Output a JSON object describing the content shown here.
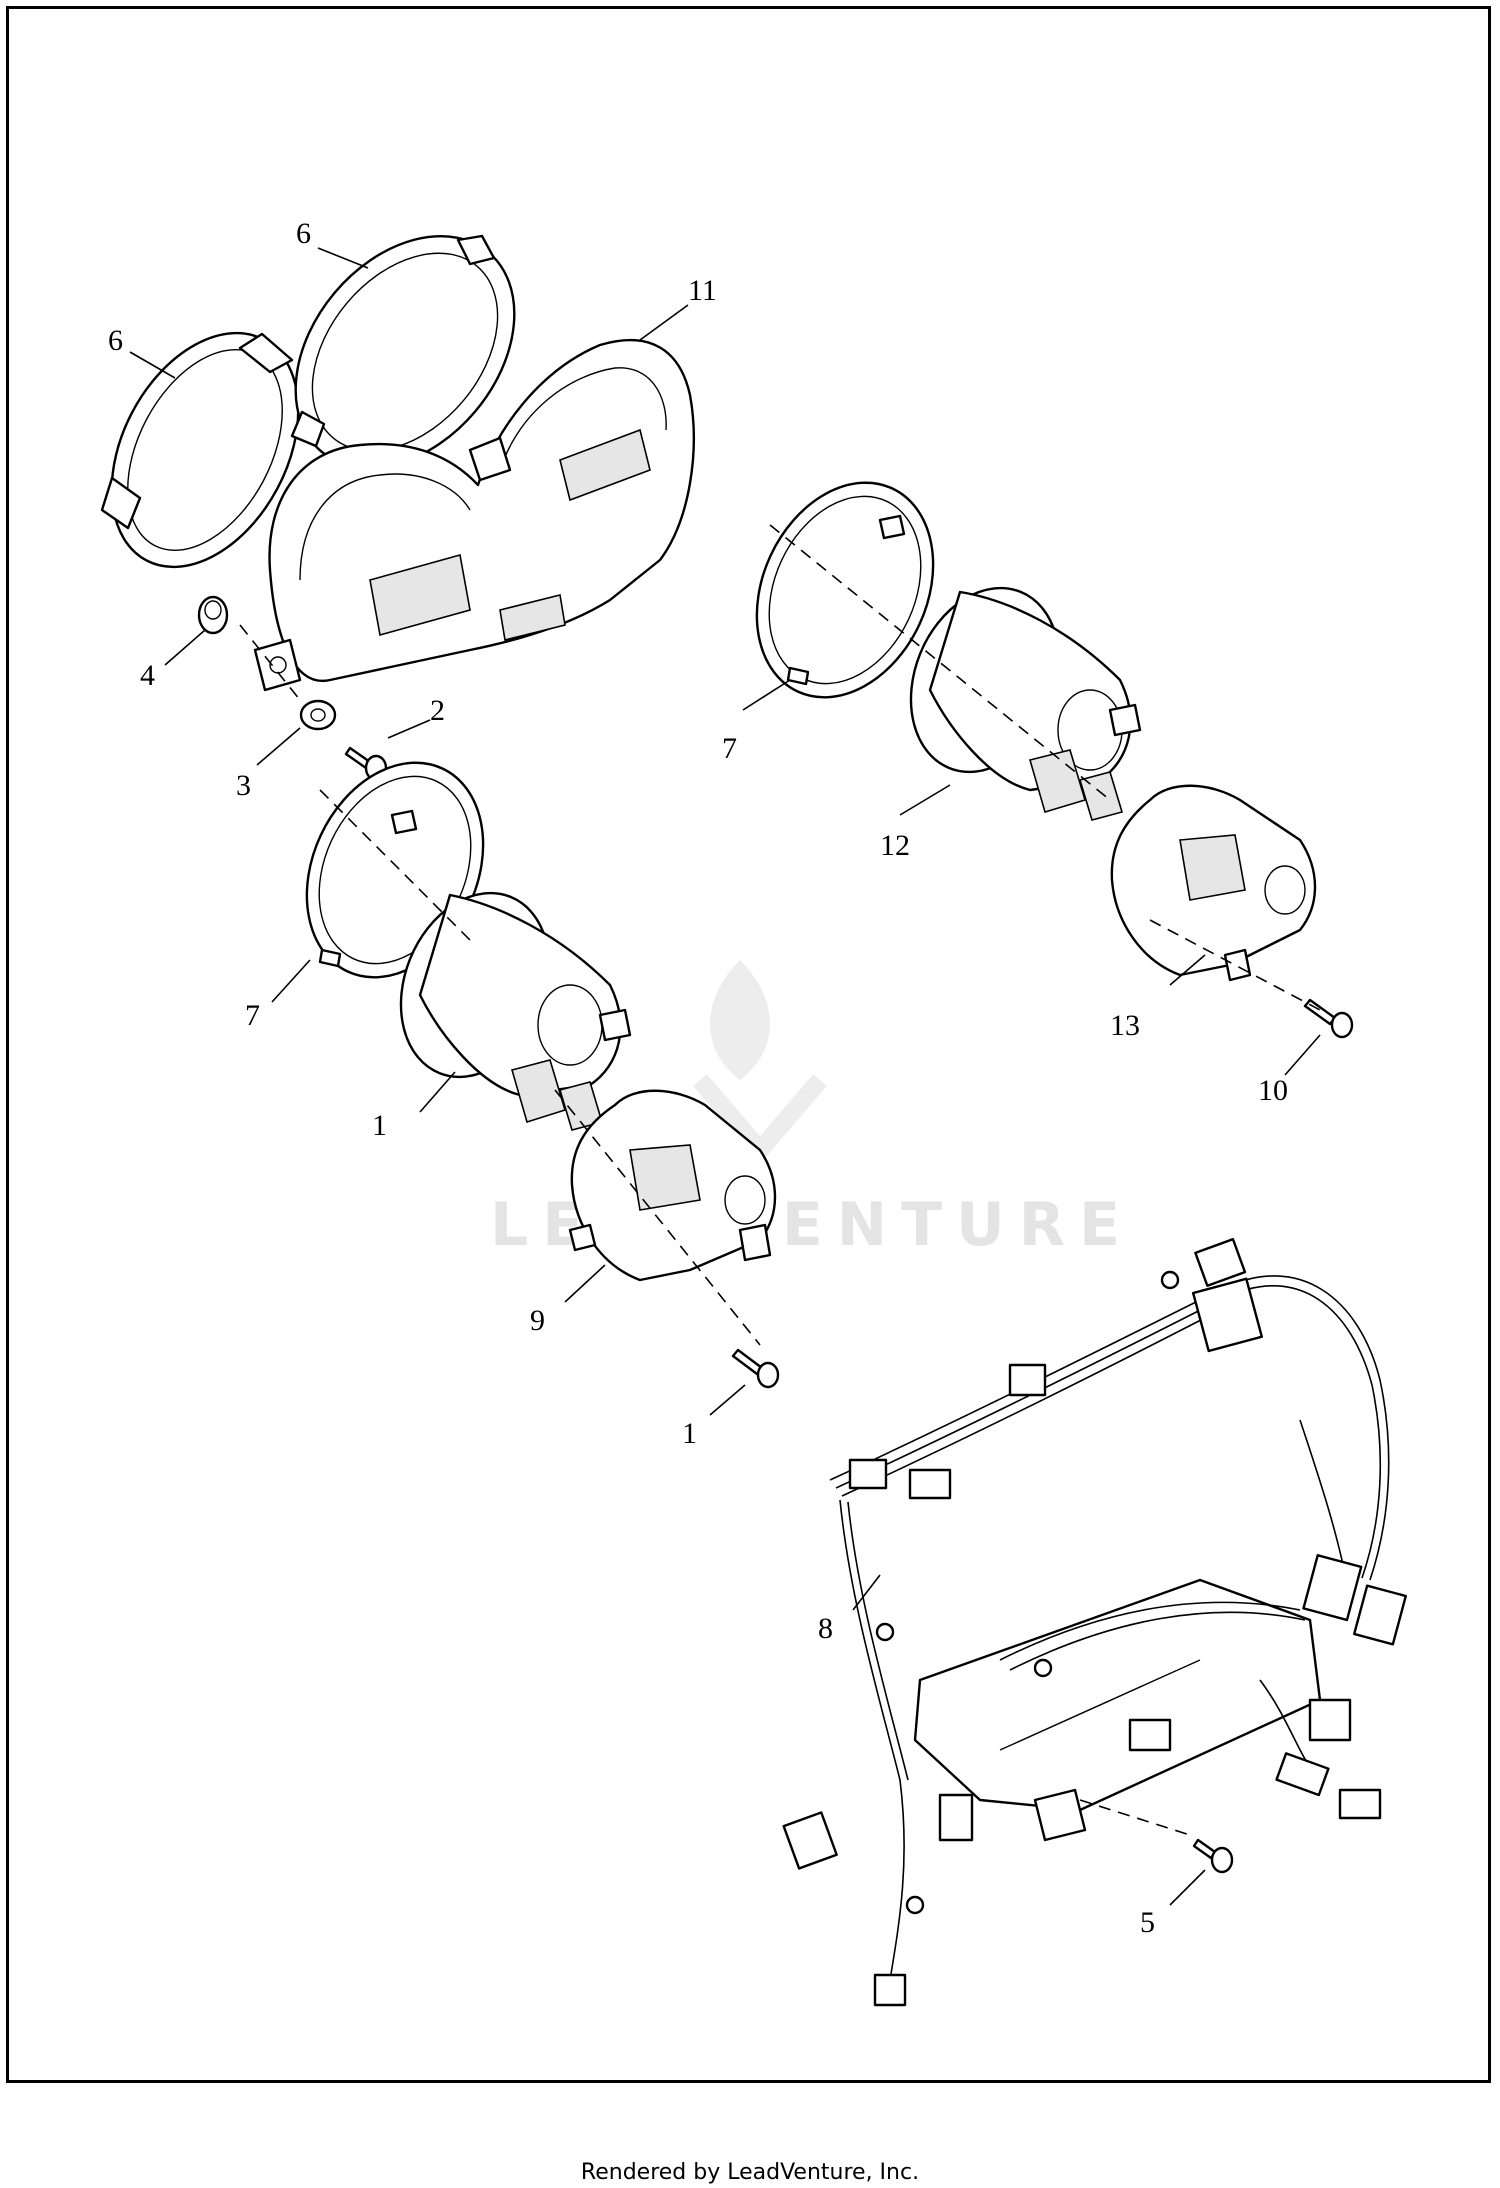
{
  "watermark": {
    "text": "LEADVENTURE"
  },
  "callouts": [
    "6",
    "6",
    "11",
    "4",
    "3",
    "2",
    "7",
    "12",
    "7",
    "13",
    "10",
    "1",
    "9",
    "1",
    "8",
    "5"
  ],
  "footer": {
    "text": "Rendered by LeadVenture, Inc."
  }
}
